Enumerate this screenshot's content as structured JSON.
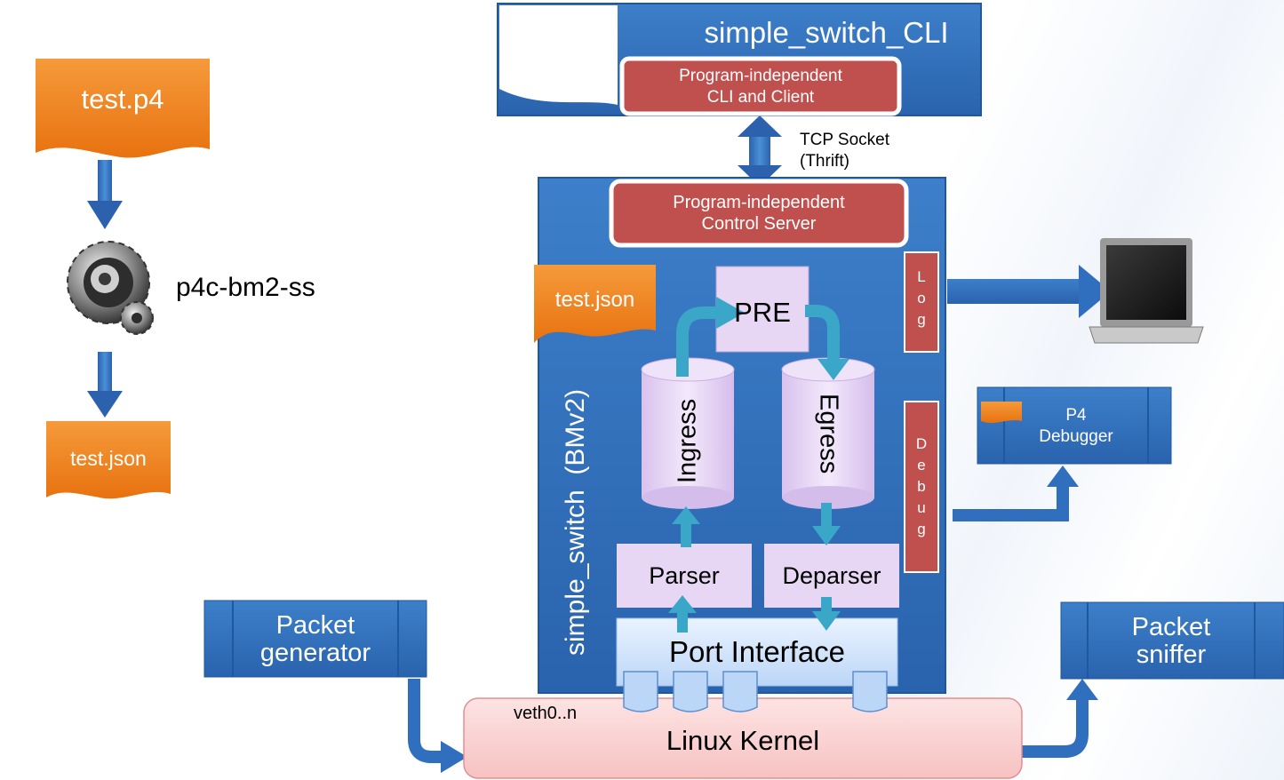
{
  "compile_flow": {
    "source_file": "test.p4",
    "compiler": "p4c-bm2-ss",
    "output_file": "test.json"
  },
  "cli": {
    "title": "simple_switch_CLI",
    "client_line1": "Program-independent",
    "client_line2": "CLI and Client"
  },
  "transport": {
    "line1": "TCP Socket",
    "line2": "(Thrift)"
  },
  "switch": {
    "title": "simple_switch  (BMv2)",
    "server_line1": "Program-independent",
    "server_line2": "Control Server",
    "config_file": "test.json",
    "pre": "PRE",
    "ingress": "Ingress",
    "egress": "Egress",
    "parser": "Parser",
    "deparser": "Deparser",
    "port_interface": "Port Interface",
    "log_letters": [
      "L",
      "o",
      "g"
    ],
    "debug_letters": [
      "D",
      "e",
      "b",
      "u",
      "g"
    ]
  },
  "debugger": {
    "line1": "P4",
    "line2": "Debugger"
  },
  "kernel": {
    "veth": "veth0..n",
    "title": "Linux Kernel"
  },
  "generator": {
    "line1": "Packet",
    "line2": "generator"
  },
  "sniffer": {
    "line1": "Packet",
    "line2": "sniffer"
  },
  "colors": {
    "blue": "#2f6fbd",
    "dark_blue": "#1f57a0",
    "orange": "#f07f1c",
    "red": "#c0504d",
    "lavender": "#e7d7f5",
    "teal": "#3aa7c9",
    "kernel_pink": "#fbd3d3"
  }
}
